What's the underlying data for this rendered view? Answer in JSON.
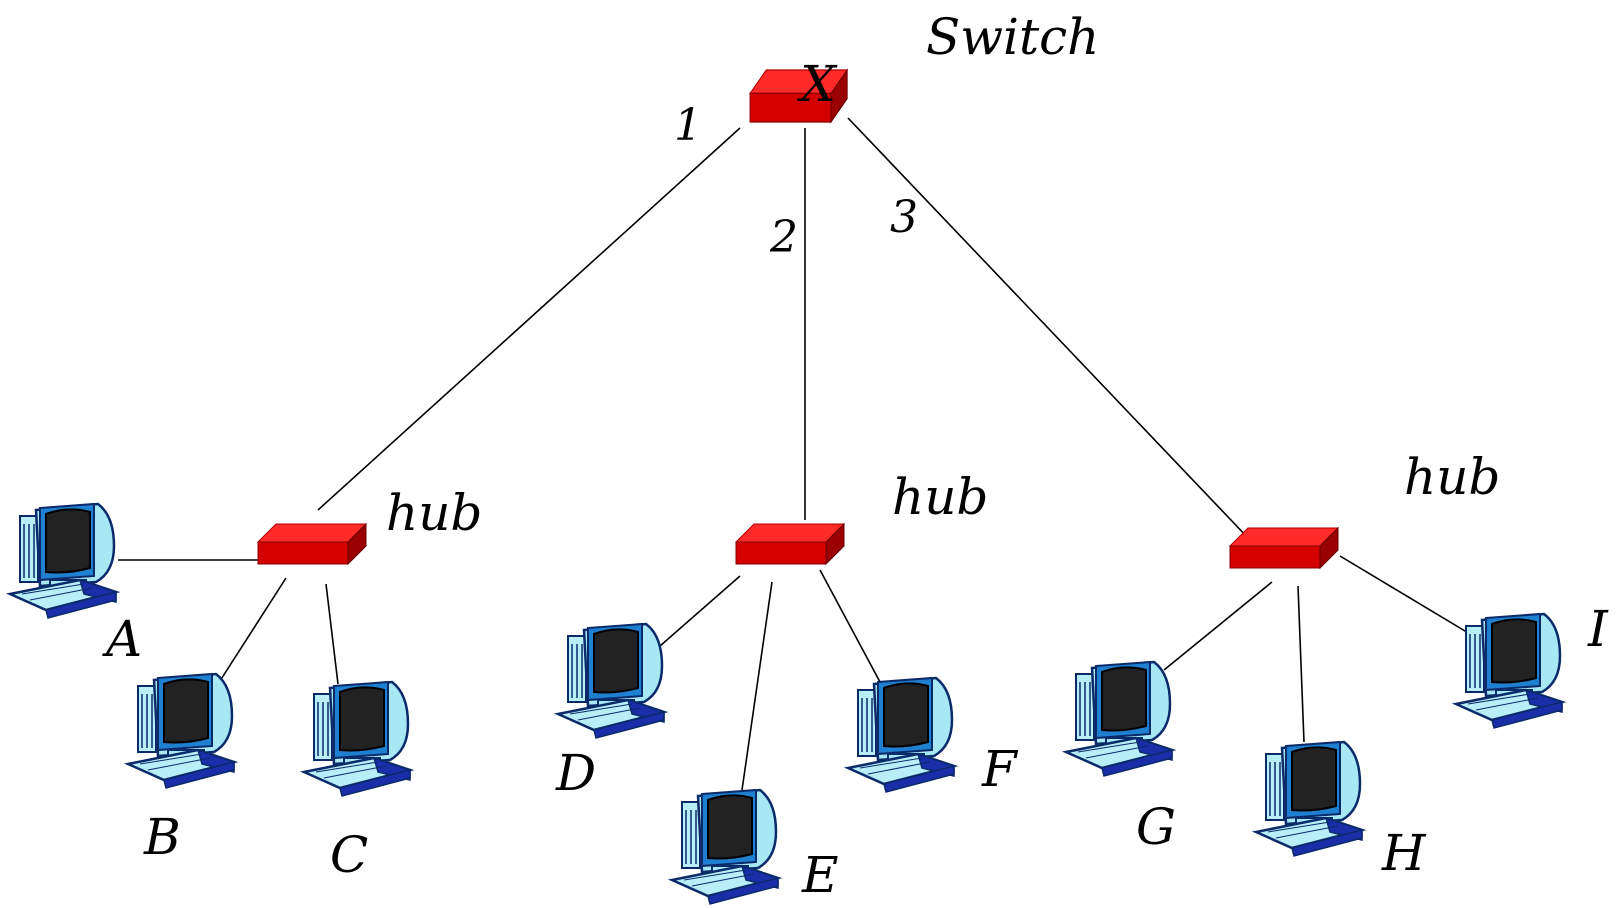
{
  "switch": {
    "label": "Switch",
    "mark": "X",
    "icon": "switch-box-icon"
  },
  "ports": [
    "1",
    "2",
    "3"
  ],
  "hubs": [
    {
      "label": "hub",
      "icon": "hub-box-icon"
    },
    {
      "label": "hub",
      "icon": "hub-box-icon"
    },
    {
      "label": "hub",
      "icon": "hub-box-icon"
    }
  ],
  "hosts": [
    "A",
    "B",
    "C",
    "D",
    "E",
    "F",
    "G",
    "H",
    "I"
  ],
  "host_icon": "computer-workstation-icon",
  "colors": {
    "device_top": "#ff1a1a",
    "device_front": "#cc0000",
    "device_side": "#990000",
    "monitor_screen": "#222222",
    "monitor_frame": "#1f7fd0",
    "monitor_body": "#a8e8f5",
    "keyboard": "#1a2eaa"
  }
}
